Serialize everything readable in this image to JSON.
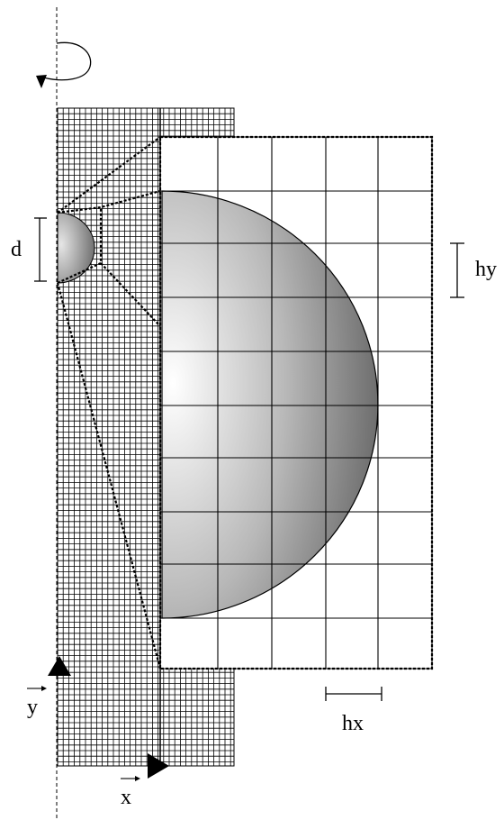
{
  "labels": {
    "d": "d",
    "hy": "hy",
    "hx": "hx",
    "x": "x",
    "y": "y"
  },
  "colors": {
    "line": "#000000",
    "sphere_light": "#ffffff",
    "sphere_dark": "#7a7a7a",
    "background": "#ffffff"
  },
  "icons": {
    "rotation": "rotation-arrow-icon",
    "axis_arrow_y": "triangle-up-icon",
    "axis_arrow_x": "triangle-right-icon"
  }
}
